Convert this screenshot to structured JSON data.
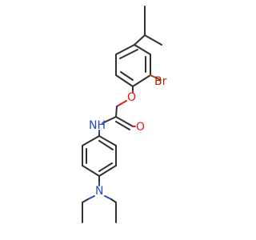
{
  "molecule": {
    "atoms": {
      "bromine": "Br",
      "ether_oxygen": "O",
      "carbonyl_oxygen": "O",
      "amide_nh": "NH",
      "amine_n": "N"
    },
    "colors": {
      "carbon_bond": "#303030",
      "oxygen": "#e81818",
      "nitrogen": "#2848c8",
      "bromine": "#a52a0a"
    }
  }
}
